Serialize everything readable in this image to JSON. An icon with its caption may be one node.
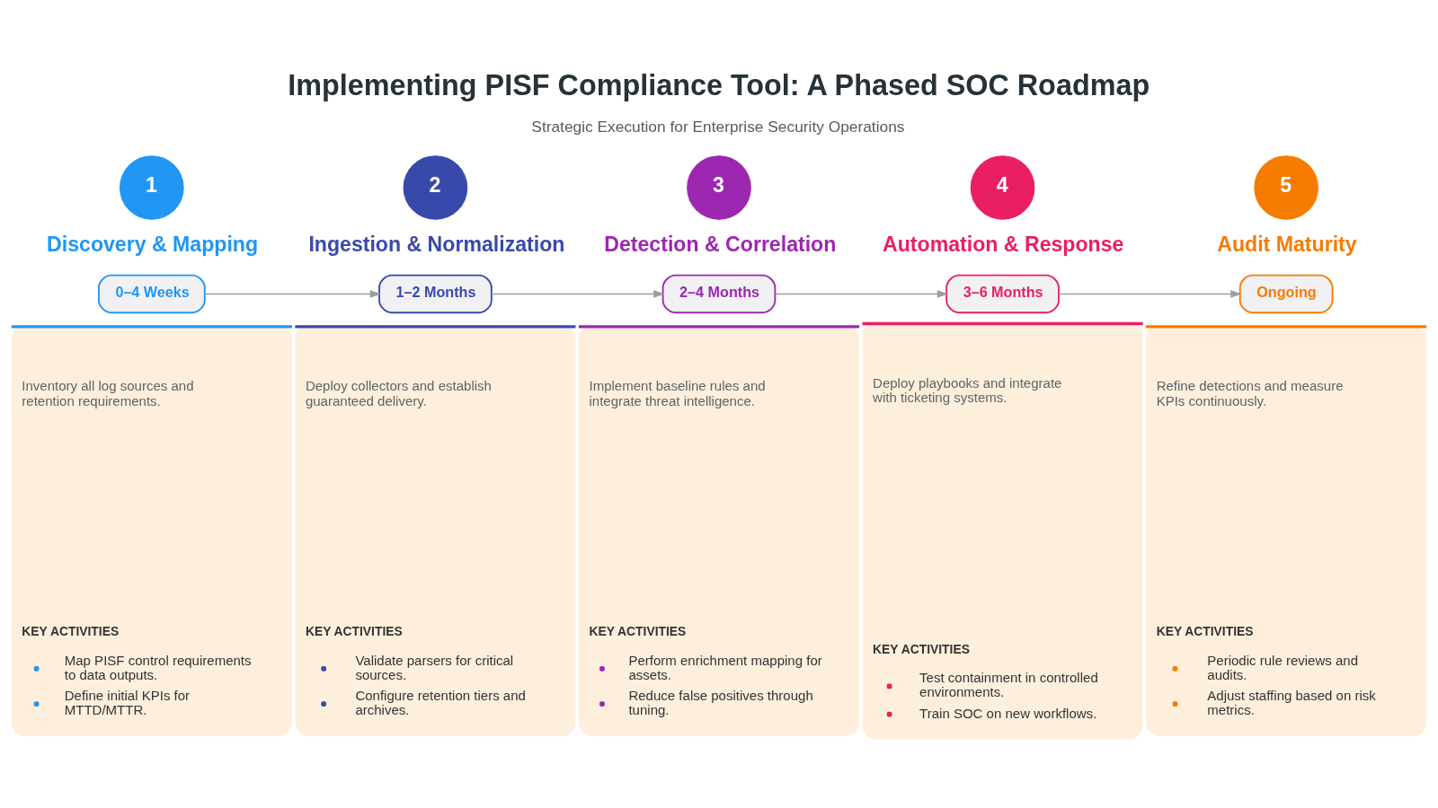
{
  "diagram": {
    "title": "Implementing PISF Compliance Tool: A Phased SOC Roadmap",
    "nodes": [
      {
        "text": [
          "1"
        ],
        "beside": [
          "Discovery & Mapping"
        ]
      },
      {
        "text": [
          "2"
        ],
        "beside": [
          "Ingestion & Normalization"
        ]
      },
      {
        "text": [
          "3"
        ],
        "beside": [
          "Detection & Correlation"
        ]
      },
      {
        "text": [
          "4"
        ],
        "beside": [
          "Automation & Response"
        ]
      },
      {
        "text": [
          "5"
        ],
        "beside": [
          "Audit Maturity"
        ]
      },
      {
        "text": [
          "0–4 Weeks"
        ]
      },
      {
        "text": [
          "1–2 Months"
        ]
      },
      {
        "text": [
          "2–4 Months"
        ]
      },
      {
        "text": [
          "3–6 Months"
        ]
      },
      {
        "text": [
          "Ongoing"
        ]
      },
      {
        "text": [
          "Inventory all log sources and retention requirements.",
          "KEY ACTIVITIES",
          "Map PISF control requirements to data outputs.",
          "Define initial KPIs for MTTD/MTTR."
        ]
      },
      {
        "text": [
          "Deploy collectors and establish guaranteed delivery.",
          "KEY ACTIVITIES",
          "Validate parsers for critical sources.",
          "Configure retention tiers and archives."
        ]
      },
      {
        "text": [
          "Implement baseline rules and integrate threat intelligence.",
          "KEY ACTIVITIES",
          "Perform enrichment mapping for assets.",
          "Reduce false positives through tuning."
        ]
      },
      {
        "text": [
          "Deploy playbooks and integrate with ticketing systems.",
          "KEY ACTIVITIES",
          "Test containment in controlled environments.",
          "Train SOC on new workflows."
        ]
      },
      {
        "text": [
          "Refine detections and measure KPIs continuously.",
          "KEY ACTIVITIES",
          "Periodic rule reviews and audits.",
          "Adjust staffing based on risk metrics."
        ]
      }
    ],
    "edges": [
      {
        "from": 5,
        "to": 6,
        "arrow": "to"
      },
      {
        "from": 6,
        "to": 7,
        "arrow": "to"
      },
      {
        "from": 7,
        "to": 8,
        "arrow": "to"
      },
      {
        "from": 8,
        "to": 9,
        "arrow": "to"
      }
    ],
    "labels": [
      "Strategic Execution for Enterprise Security Operations"
    ]
  }
}
